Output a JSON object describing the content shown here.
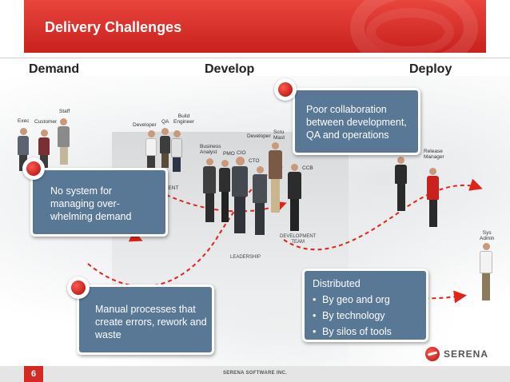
{
  "slide": {
    "title": "Delivery Challenges",
    "page_number": "6",
    "company": "SERENA SOFTWARE INC.",
    "logo_text": "SERENA"
  },
  "phases": {
    "demand": "Demand",
    "develop": "Develop",
    "deploy": "Deploy"
  },
  "roles": {
    "staff": "Staff",
    "exec": "Exec",
    "customer": "Customer",
    "developer_1": "Developer",
    "qa": "QA",
    "build_engineer": "Build\nEngineer",
    "business_analyst": "Business\nAnalyst",
    "pmo": "PMO",
    "cio": "CIO",
    "cto": "CTO",
    "developer_2": "Developer",
    "scrum_master": "Scru\nMast",
    "ccb": "CCB",
    "release_manager": "Release\nManager",
    "sys_admin": "Sys\nAdmin",
    "management_fragment": "MENT",
    "development_team": "DEVELOPMENT\nTEAM",
    "leadership": "LEADERSHIP"
  },
  "callouts": {
    "collaboration": "Poor collaboration between development, QA and operations",
    "demand": "No system for managing over-whelming demand",
    "manual": "Manual processes that create errors, rework and waste",
    "distributed_title": "Distributed",
    "distributed_items": [
      "By geo and org",
      "By technology",
      "By silos of tools"
    ]
  },
  "colors": {
    "brand_red": "#d42a24",
    "callout_blue": "#587896",
    "arrow_red": "#e2231a"
  }
}
